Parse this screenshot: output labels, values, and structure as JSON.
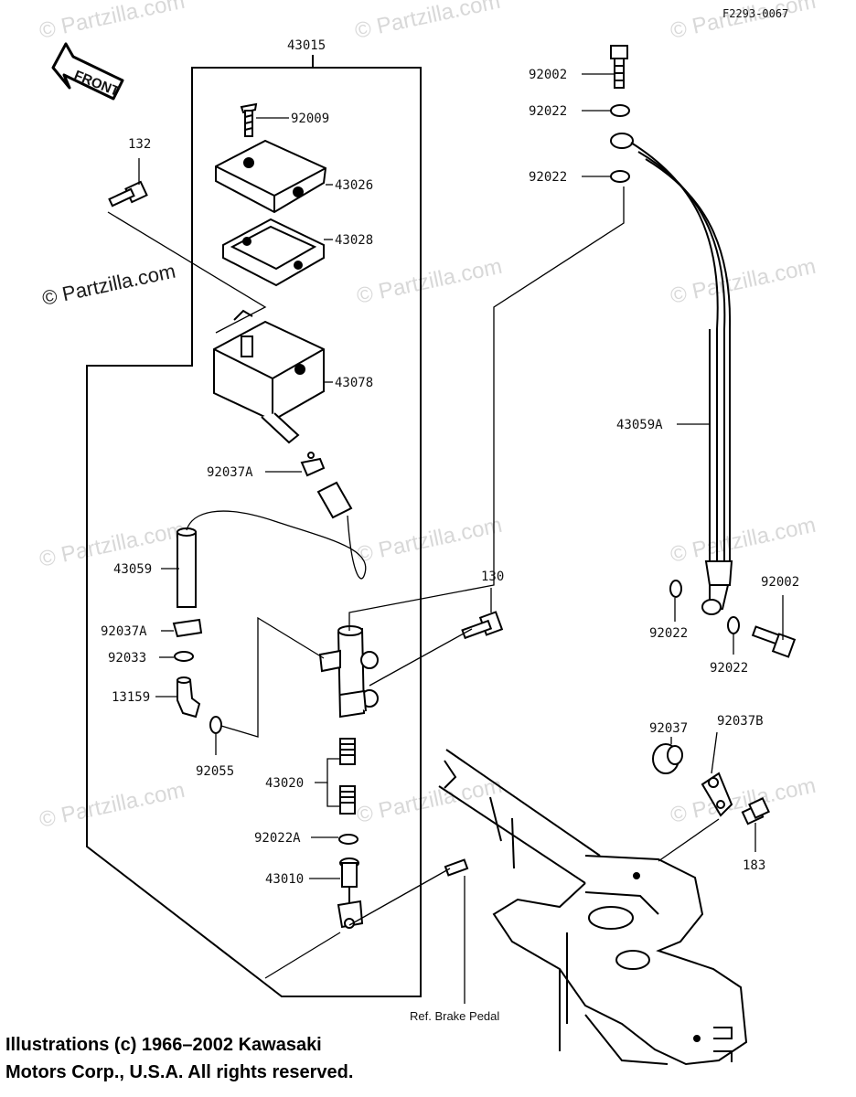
{
  "figure_code": "F2293-0067",
  "front_label": "FRONT",
  "watermark": "© Partzilla.com",
  "reference_label": "Ref. Brake Pedal",
  "copyright": {
    "line1": "Illustrations (c) 1966–2002 Kawasaki",
    "line2": "Motors Corp., U.S.A.  All rights reserved."
  },
  "parts": [
    {
      "id": "43015"
    },
    {
      "id": "92009"
    },
    {
      "id": "43026"
    },
    {
      "id": "43028"
    },
    {
      "id": "43078"
    },
    {
      "id": "132"
    },
    {
      "id": "92037A"
    },
    {
      "id": "43059"
    },
    {
      "id": "92037A"
    },
    {
      "id": "92033"
    },
    {
      "id": "13159"
    },
    {
      "id": "92055"
    },
    {
      "id": "43020"
    },
    {
      "id": "92022A"
    },
    {
      "id": "43010"
    },
    {
      "id": "130"
    },
    {
      "id": "92002"
    },
    {
      "id": "92022"
    },
    {
      "id": "92022"
    },
    {
      "id": "43059A"
    },
    {
      "id": "92022"
    },
    {
      "id": "92002"
    },
    {
      "id": "92022"
    },
    {
      "id": "92037"
    },
    {
      "id": "92037B"
    },
    {
      "id": "183"
    }
  ]
}
